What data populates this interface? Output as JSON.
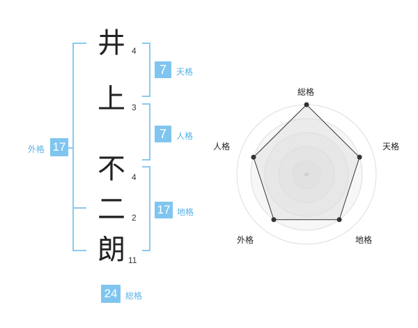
{
  "name": {
    "chars": [
      {
        "char": "井",
        "strokes": "4"
      },
      {
        "char": "上",
        "strokes": "3"
      },
      {
        "char": "不",
        "strokes": "4"
      },
      {
        "char": "二",
        "strokes": "2"
      },
      {
        "char": "朗",
        "strokes": "11"
      }
    ]
  },
  "kaku": {
    "tenkaku": {
      "label": "天格",
      "value": "7"
    },
    "jinkaku": {
      "label": "人格",
      "value": "7"
    },
    "chikaku": {
      "label": "地格",
      "value": "17"
    },
    "gaikaku": {
      "label": "外格",
      "value": "17"
    },
    "soukaku": {
      "label": "総格",
      "value": "24"
    }
  },
  "radar": {
    "axes": [
      "総格",
      "天格",
      "地格",
      "外格",
      "人格"
    ],
    "levels": 5,
    "values": [
      5,
      4,
      4,
      4,
      4
    ],
    "max": 5
  },
  "colors": {
    "accent": "#7fc5ef",
    "bracket": "#8ac8ef"
  }
}
